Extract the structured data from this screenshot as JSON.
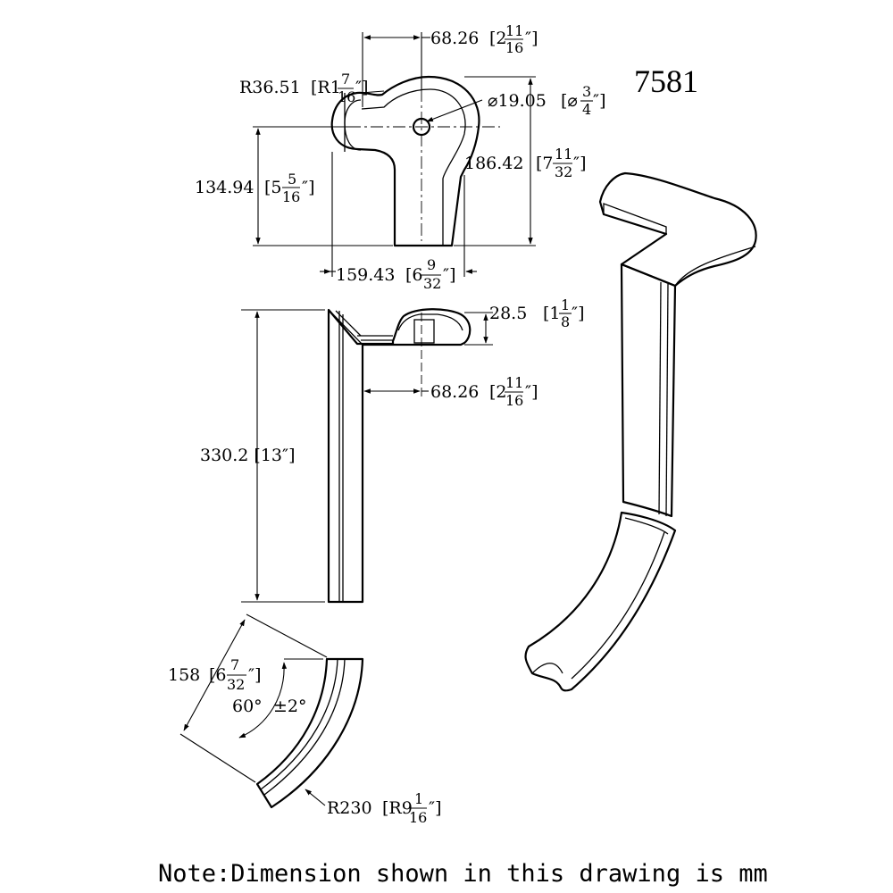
{
  "model_number": "7581",
  "note": "Note:Dimension shown in this drawing is mm",
  "dimensions": {
    "top_width": {
      "mm": "68.26",
      "bracket_open": "[2",
      "num": "11",
      "den": "16",
      "bracket_close": "″]"
    },
    "radius_top": {
      "mm": "R36.51",
      "bracket_open": "[R1",
      "num": "7",
      "den": "16",
      "bracket_close": "″]"
    },
    "hole_dia": {
      "mm": "⌀19.05",
      "bracket_open": "[⌀",
      "num": "3",
      "den": "4",
      "bracket_close": "″]"
    },
    "left_height": {
      "mm": "134.94",
      "bracket_open": "[5",
      "num": "5",
      "den": "16",
      "bracket_close": "″]"
    },
    "right_height": {
      "mm": "186.42",
      "bracket_open": "[7",
      "num": "11",
      "den": "32",
      "bracket_close": "″]"
    },
    "bottom_width": {
      "mm": "159.43",
      "bracket_open": "[6",
      "num": "9",
      "den": "32",
      "bracket_close": "″]"
    },
    "profile_height": {
      "mm": "28.5",
      "bracket_open": "[1",
      "num": "1",
      "den": "8",
      "bracket_close": "″]"
    },
    "profile_width": {
      "mm": "68.26",
      "bracket_open": "[2",
      "num": "11",
      "den": "16",
      "bracket_close": "″]"
    },
    "post_height": {
      "text": "330.2 [13″]"
    },
    "arc_chord": {
      "mm": "158",
      "bracket_open": "[6",
      "num": "7",
      "den": "32",
      "bracket_close": "″]"
    },
    "angle": {
      "text": "60°",
      "tol": "±2°"
    },
    "arc_radius": {
      "mm": "R230",
      "bracket_open": "[R9",
      "num": "1",
      "den": "16",
      "bracket_close": "″]"
    }
  }
}
